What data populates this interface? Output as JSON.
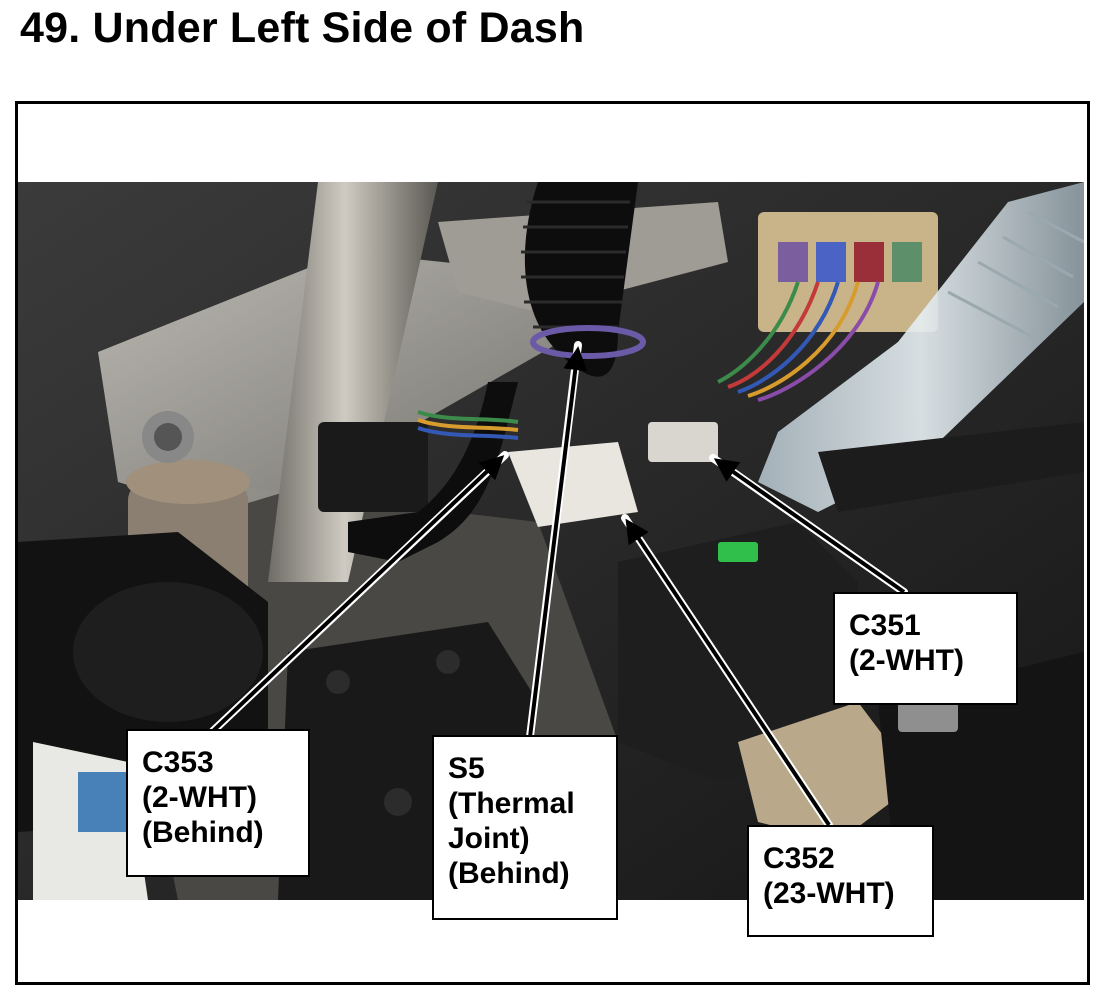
{
  "title": "49.  Under Left Side of Dash",
  "callouts": {
    "c353": {
      "lines": [
        "C353",
        "(2-WHT)",
        "(Behind)"
      ]
    },
    "s5": {
      "lines": [
        "S5",
        "(Thermal",
        "Joint)",
        "(Behind)"
      ]
    },
    "c352": {
      "lines": [
        "C352",
        "(23-WHT)"
      ]
    },
    "c351": {
      "lines": [
        "C351",
        "(2-WHT)"
      ]
    }
  },
  "colors": {
    "frame": "#000000",
    "callout_bg": "#ffffff",
    "arrow": "#000000",
    "arrow_outline": "#ffffff"
  }
}
